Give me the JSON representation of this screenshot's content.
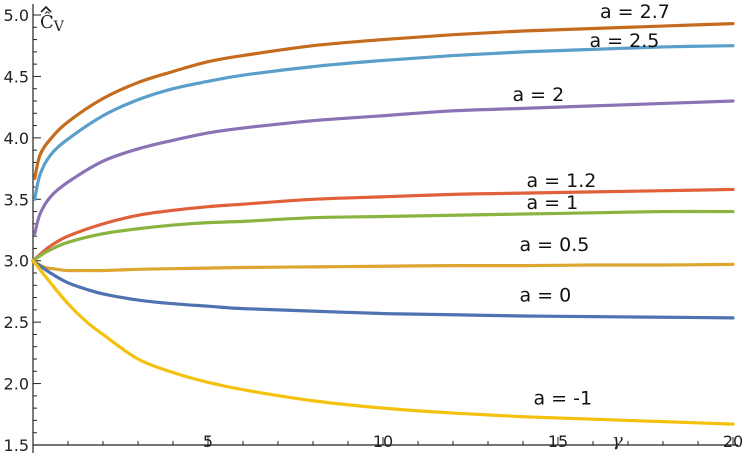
{
  "chart_data": {
    "type": "line",
    "xlabel": "γ",
    "ylabel": "Ĉ",
    "ylabel_sub": "V",
    "xlim": [
      0,
      20
    ],
    "ylim": [
      1.5,
      5.0
    ],
    "xticks": [
      5,
      10,
      15,
      20
    ],
    "yticks": [
      1.5,
      2.0,
      2.5,
      3.0,
      3.5,
      4.0,
      4.5,
      5.0
    ],
    "xtick_labels": [
      "5",
      "10",
      "15",
      "20"
    ],
    "ytick_labels": [
      "1.5",
      "2.0",
      "2.5",
      "3.0",
      "3.5",
      "4.0",
      "4.5",
      "5.0"
    ],
    "grid": false,
    "series": [
      {
        "name": "a =  2.7",
        "color": "#c56b1e",
        "x": [
          0.05,
          0.2,
          0.5,
          1,
          2,
          3,
          4,
          5,
          6,
          8,
          10,
          12,
          14,
          16,
          18,
          20
        ],
        "y": [
          3.67,
          3.86,
          3.99,
          4.13,
          4.32,
          4.45,
          4.54,
          4.62,
          4.67,
          4.75,
          4.8,
          4.84,
          4.87,
          4.89,
          4.91,
          4.93
        ]
      },
      {
        "name": "a = 2.5",
        "color": "#5a9fc9",
        "x": [
          0.05,
          0.2,
          0.5,
          1,
          2,
          3,
          4,
          5,
          6,
          8,
          10,
          12,
          14,
          16,
          18,
          20
        ],
        "y": [
          3.5,
          3.7,
          3.86,
          3.99,
          4.18,
          4.31,
          4.4,
          4.46,
          4.51,
          4.58,
          4.63,
          4.67,
          4.7,
          4.72,
          4.74,
          4.75
        ]
      },
      {
        "name": "a =  2",
        "color": "#8b72b5",
        "x": [
          0.05,
          0.2,
          0.5,
          1,
          2,
          3,
          4,
          5,
          6,
          8,
          10,
          12,
          14,
          16,
          18,
          20
        ],
        "y": [
          3.22,
          3.38,
          3.52,
          3.64,
          3.81,
          3.91,
          3.98,
          4.04,
          4.08,
          4.14,
          4.18,
          4.22,
          4.24,
          4.26,
          4.28,
          4.3
        ]
      },
      {
        "name": "a =  1.2",
        "color": "#e0603a",
        "x": [
          0,
          0.2,
          0.5,
          1,
          2,
          3,
          4,
          5,
          6,
          8,
          10,
          12,
          14,
          16,
          18,
          20
        ],
        "y": [
          3.0,
          3.05,
          3.12,
          3.2,
          3.3,
          3.37,
          3.41,
          3.44,
          3.46,
          3.5,
          3.52,
          3.54,
          3.55,
          3.56,
          3.57,
          3.58
        ]
      },
      {
        "name": "a =  1",
        "color": "#8bb33f",
        "x": [
          0,
          0.2,
          0.5,
          1,
          2,
          3,
          4,
          5,
          6,
          8,
          10,
          12,
          14,
          16,
          18,
          20
        ],
        "y": [
          3.0,
          3.04,
          3.09,
          3.15,
          3.22,
          3.26,
          3.29,
          3.31,
          3.32,
          3.35,
          3.36,
          3.37,
          3.38,
          3.39,
          3.4,
          3.4
        ]
      },
      {
        "name": "a =  0.5",
        "color": "#dca631",
        "x": [
          0,
          0.3,
          0.7,
          1,
          1.5,
          2,
          3,
          4,
          5,
          6,
          8,
          10,
          12,
          14,
          16,
          18,
          20
        ],
        "y": [
          3.0,
          2.95,
          2.93,
          2.92,
          2.92,
          2.92,
          2.93,
          2.935,
          2.94,
          2.945,
          2.95,
          2.955,
          2.96,
          2.96,
          2.965,
          2.965,
          2.97
        ]
      },
      {
        "name": "a =  0",
        "color": "#4f72b1",
        "x": [
          0,
          0.5,
          1,
          1.5,
          2,
          3,
          4,
          5,
          6,
          8,
          10,
          12,
          14,
          16,
          18,
          20
        ],
        "y": [
          3.0,
          2.9,
          2.82,
          2.77,
          2.73,
          2.68,
          2.65,
          2.63,
          2.61,
          2.59,
          2.57,
          2.56,
          2.55,
          2.545,
          2.54,
          2.535
        ]
      },
      {
        "name": "a =  -1",
        "color": "#f5c10f",
        "x": [
          0,
          0.5,
          1,
          1.5,
          2,
          3,
          4,
          5,
          6,
          8,
          10,
          12,
          14,
          16,
          18,
          20
        ],
        "y": [
          3.0,
          2.82,
          2.65,
          2.51,
          2.4,
          2.2,
          2.09,
          2.01,
          1.95,
          1.86,
          1.8,
          1.76,
          1.73,
          1.71,
          1.69,
          1.67
        ]
      }
    ],
    "labels": [
      {
        "text": "a =  2.7",
        "x": 16.2,
        "y": 4.975
      },
      {
        "text": "a = 2.5",
        "x": 15.9,
        "y": 4.74
      },
      {
        "text": "a =  2",
        "x": 13.7,
        "y": 4.3
      },
      {
        "text": "a =  1.2",
        "x": 14.1,
        "y": 3.6
      },
      {
        "text": "a =  1",
        "x": 14.1,
        "y": 3.42
      },
      {
        "text": "a =  0.5",
        "x": 13.9,
        "y": 3.08
      },
      {
        "text": "a =  0",
        "x": 13.9,
        "y": 2.67
      },
      {
        "text": "a =  -1",
        "x": 14.3,
        "y": 1.83
      }
    ]
  }
}
